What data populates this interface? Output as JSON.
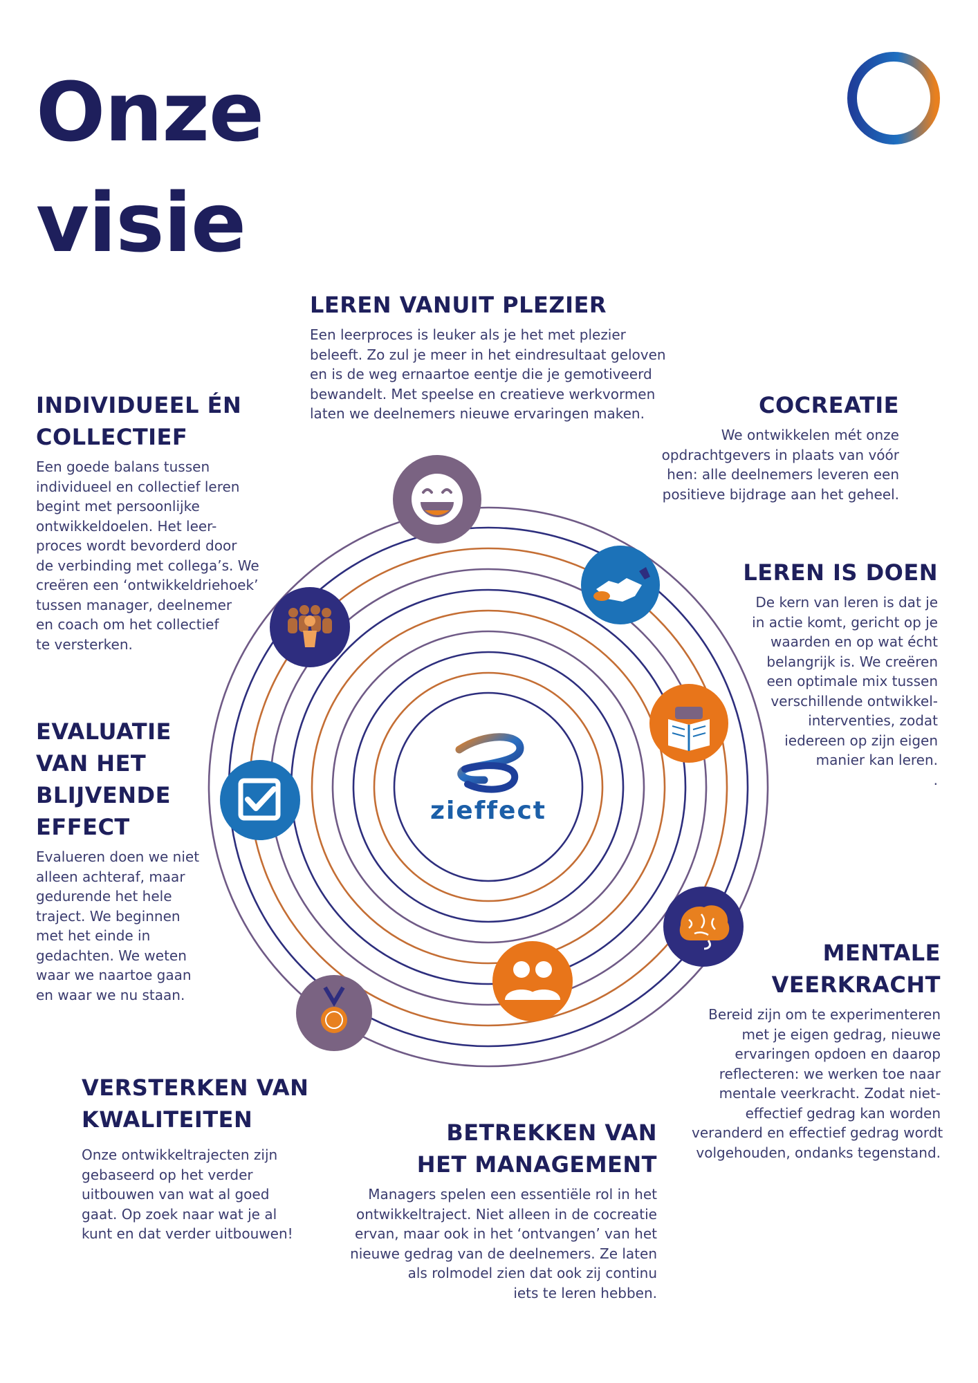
{
  "title": {
    "line1": "Onze",
    "line2": "visie"
  },
  "logo": {
    "name": "zieffect"
  },
  "colors": {
    "navy": "#1e1f5c",
    "ring_orange": "#d97a2b",
    "ring_purple": "#6b4f86",
    "icon_purple": "#7a6382",
    "icon_blue": "#1c72b8",
    "icon_orange": "#e8751a",
    "icon_navy": "#2e2d7f"
  },
  "sections": {
    "leren_plezier": {
      "title": [
        "LEREN VANUIT PLEZIER"
      ],
      "lines": [
        "Een leerproces is leuker als je het met plezier",
        "beleeft. Zo zul je meer in het eindresultaat geloven",
        "en is de weg ernaartoe eentje die je gemotiveerd",
        "bewandelt. Met speelse en creatieve werkvormen",
        "laten we deelnemers nieuwe ervaringen maken."
      ]
    },
    "individueel": {
      "title": [
        "INDIVIDUEEL ÉN",
        "COLLECTIEF"
      ],
      "lines": [
        "Een goede balans tussen",
        "individueel en collectief leren",
        "begint met persoonlijke",
        "ontwikkeldoelen. Het leer-",
        "proces wordt bevorderd door",
        "de verbinding met collega’s. We",
        "creëren een ‘ontwikkeldriehoek’",
        "tussen manager, deelnemer",
        "en coach om het collectief",
        "te versterken."
      ]
    },
    "cocreatie": {
      "title": [
        "COCREATIE"
      ],
      "lines": [
        "We ontwikkelen mét onze",
        "opdrachtgevers in plaats van vóór",
        "hen: alle deelnemers leveren een",
        "positieve bijdrage aan het geheel."
      ]
    },
    "leren_doen": {
      "title": [
        "LEREN IS DOEN"
      ],
      "lines": [
        "De kern van leren is dat je",
        "in actie komt, gericht op je",
        "waarden en op wat écht",
        "belangrijk is. We creëren",
        "een optimale mix tussen",
        "verschillende ontwikkel-",
        "interventies, zodat",
        "iedereen op zijn eigen",
        "manier kan leren.",
        "."
      ]
    },
    "evaluatie": {
      "title": [
        "EVALUATIE",
        "VAN HET",
        "BLIJVENDE",
        "EFFECT"
      ],
      "lines": [
        "Evalueren doen we niet",
        "alleen achteraf, maar",
        "gedurende het hele",
        "traject. We beginnen",
        "met het einde in",
        "gedachten. We weten",
        "waar we naartoe gaan",
        "en waar we nu staan."
      ]
    },
    "mentale": {
      "title": [
        "MENTALE",
        "VEERKRACHT"
      ],
      "lines": [
        "Bereid zijn om te experimenteren",
        "met je eigen gedrag, nieuwe",
        "ervaringen opdoen en daarop",
        "reflecteren: we werken toe naar",
        "mentale veerkracht. Zodat niet-",
        "effectief gedrag kan worden",
        "veranderd en effectief gedrag wordt",
        "volgehouden, ondanks tegenstand."
      ]
    },
    "versterken": {
      "title": [
        "VERSTERKEN VAN",
        "KWALITEITEN"
      ],
      "lines": [
        "Onze ontwikkeltrajecten zijn",
        "gebaseerd op het verder",
        "uitbouwen van wat al goed",
        "gaat. Op zoek naar wat je al",
        "kunt en dat verder uitbouwen!"
      ]
    },
    "betrekken": {
      "title": [
        "BETREKKEN VAN",
        "HET MANAGEMENT"
      ],
      "lines": [
        "Managers spelen een essentiële rol in het",
        "ontwikkeltraject. Niet alleen in de cocreatie",
        "ervan, maar ook in het ‘ontvangen’ van het",
        "nieuwe gedrag van de deelnemers.  Ze laten",
        "als rolmodel zien dat ook zij continu",
        "iets te leren hebben."
      ]
    }
  },
  "icons": [
    {
      "name": "smiley-icon",
      "color": "#7a6382"
    },
    {
      "name": "handshake-icon",
      "color": "#1c72b8"
    },
    {
      "name": "book-reader-icon",
      "color": "#e8751a"
    },
    {
      "name": "brain-icon",
      "color": "#2e2d7f"
    },
    {
      "name": "group-icon",
      "color": "#e8751a"
    },
    {
      "name": "medal-icon",
      "color": "#7a6382"
    },
    {
      "name": "checkbox-icon",
      "color": "#1c72b8"
    },
    {
      "name": "crowd-icon",
      "color": "#2e2d7f"
    }
  ]
}
